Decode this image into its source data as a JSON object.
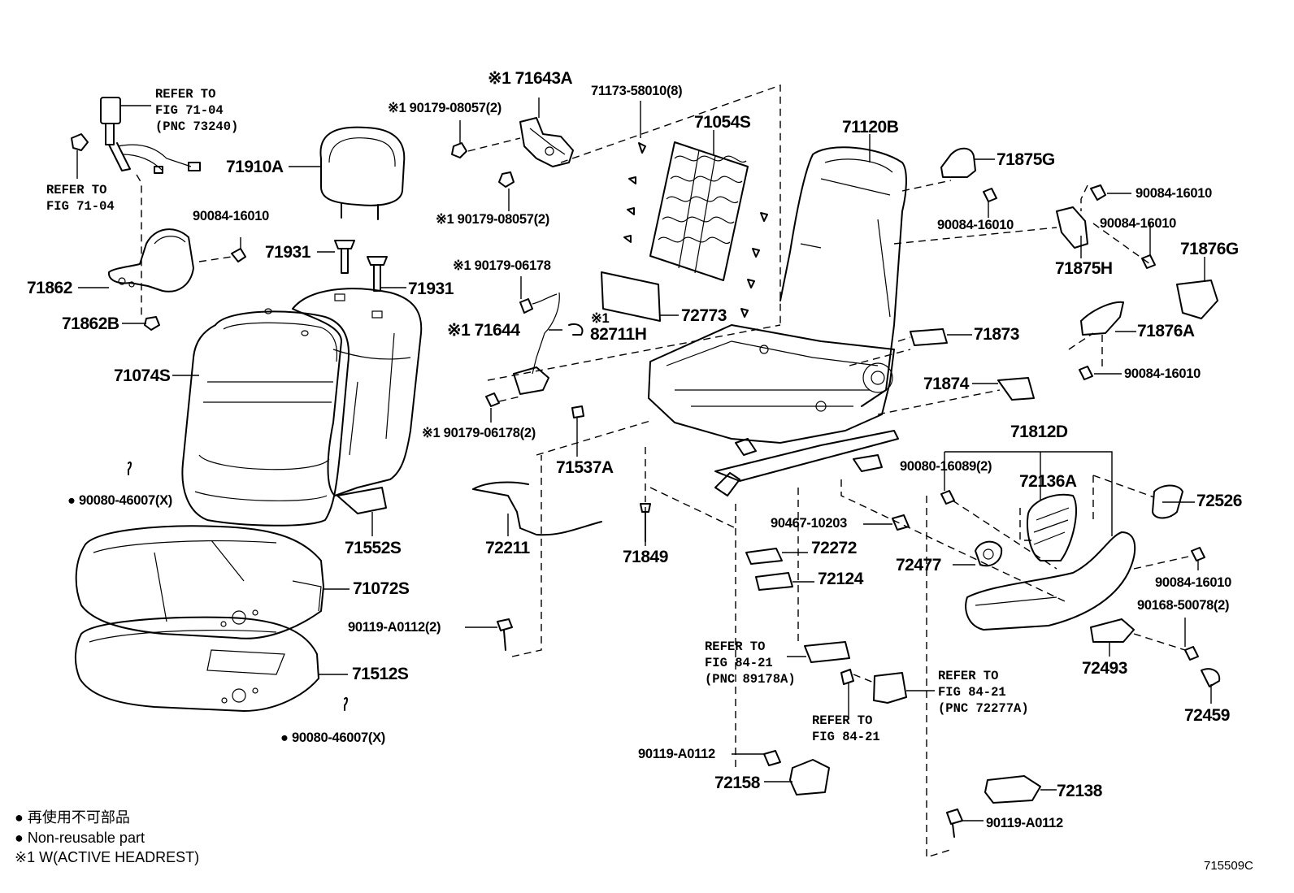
{
  "diagram_code": "715509C",
  "legend": {
    "ja_note": "● 再使用不可部品",
    "en_note": "● Non-reusable part",
    "option_note": "※1 W(ACTIVE HEADREST)"
  },
  "parts": {
    "p71643A": "※1 71643A",
    "p90179_08057_a": "※1 90179-08057(2)",
    "p90179_08057_b": "※1 90179-08057(2)",
    "p71173_58010": "71173-58010(8)",
    "p71054S": "71054S",
    "p71120B": "71120B",
    "p71875G": "71875G",
    "p90084_16010_a": "90084-16010",
    "p90084_16010_b": "90084-16010",
    "p90084_16010_c": "90084-16010",
    "p90084_16010_d": "90084-16010",
    "p90084_16010_e": "90084-16010",
    "p90084_16010_f": "90084-16010",
    "p71875H": "71875H",
    "p71876G": "71876G",
    "p71876A": "71876A",
    "p71910A": "71910A",
    "p71931_a": "71931",
    "p71931_b": "71931",
    "p71862": "71862",
    "p71862B": "71862B",
    "p90179_06178": "※1 90179-06178",
    "p71644": "※1 71644",
    "p82711H_mark": "※1",
    "p82711H": "82711H",
    "p72773": "72773",
    "p71873": "71873",
    "p71874": "71874",
    "p71074S": "71074S",
    "p90179_06178_2": "※1 90179-06178(2)",
    "p71537A": "71537A",
    "p71812D": "71812D",
    "p90080_16089": "90080-16089(2)",
    "p72136A": "72136A",
    "p72526": "72526",
    "p90080_46007_a": "● 90080-46007(X)",
    "p90080_46007_b": "● 90080-46007(X)",
    "p71552S": "71552S",
    "p72211": "72211",
    "p71849": "71849",
    "p90467_10203": "90467-10203",
    "p72272": "72272",
    "p72477": "72477",
    "p72124": "72124",
    "p71072S": "71072S",
    "p90119_A0112_2": "90119-A0112(2)",
    "p90168_50078": "90168-50078(2)",
    "p72493": "72493",
    "p71512S": "71512S",
    "p72459": "72459",
    "p90119_A0112_a": "90119-A0112",
    "p90119_A0112_b": "90119-A0112",
    "p72158": "72158",
    "p72138": "72138"
  },
  "references": {
    "ref_belt": [
      "REFER TO",
      "FIG 71-04",
      "(PNC 73240)"
    ],
    "ref_anchor": [
      "REFER TO",
      "FIG 71-04"
    ],
    "ref_89178A": [
      "REFER TO",
      "FIG 84-21",
      "(PNC 89178A)"
    ],
    "ref_fig8421": [
      "REFER TO",
      "FIG 84-21"
    ],
    "ref_72277A": [
      "REFER TO",
      "FIG 84-21",
      "(PNC 72277A)"
    ]
  }
}
